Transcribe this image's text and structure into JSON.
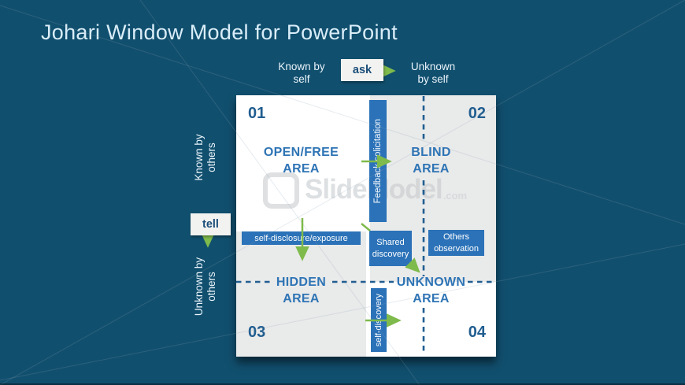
{
  "slide": {
    "title": "Johari Window Model for PowerPoint"
  },
  "top_axis": {
    "left_label_line1": "Known by",
    "left_label_line2": "self",
    "button_label": "ask",
    "right_label_line1": "Unknown",
    "right_label_line2": "by self"
  },
  "left_axis": {
    "top_label_line1": "Known by",
    "top_label_line2": "others",
    "button_label": "tell",
    "bottom_label_line1": "Unknown by",
    "bottom_label_line2": "others"
  },
  "quadrants": {
    "open": {
      "number": "01",
      "title_line1": "OPEN/FREE",
      "title_line2": "AREA"
    },
    "blind": {
      "number": "02",
      "title_line1": "BLIND",
      "title_line2": "AREA"
    },
    "hidden": {
      "number": "03",
      "title_line1": "HIDDEN",
      "title_line2": "AREA"
    },
    "unknown": {
      "number": "04",
      "title_line1": "UNKNOWN",
      "title_line2": "AREA"
    }
  },
  "connectors": {
    "feedback_solicitation": "Feedback solicitation",
    "self_disclosure": "self-disclosure/exposure",
    "shared_discovery_line1": "Shared",
    "shared_discovery_line2": "discovery",
    "others_observation_line1": "Others",
    "others_observation_line2": "observation",
    "self_discovery": "self-discovery"
  },
  "watermark": {
    "brand": "SlideModel",
    "suffix": ".com"
  },
  "colors": {
    "background": "#114f6e",
    "title_text": "#d9edf8",
    "quadrant_white": "#ffffff",
    "quadrant_gray": "#e9eaea",
    "connector_blue": "#2b72b8",
    "heading_blue": "#2e74b5",
    "number_blue": "#215e90",
    "dashed_line_blue": "#215e90",
    "arrow_green": "#7fba4c",
    "button_bg": "#f2f2f0",
    "button_text": "#1b4e79"
  }
}
